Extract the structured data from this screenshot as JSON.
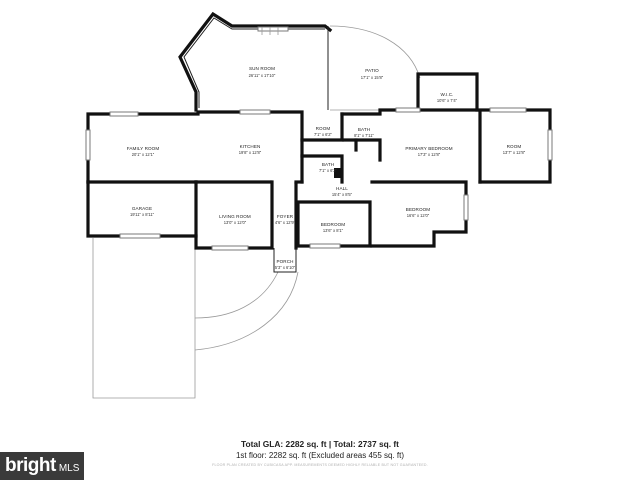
{
  "floor_plan": {
    "rooms": {
      "sun_room": {
        "name": "SUN ROOM",
        "dim": "26'11\" x 17'10\""
      },
      "patio": {
        "name": "PATIO",
        "dim": "17'1\" x 15'8\""
      },
      "wic": {
        "name": "W.I.C.",
        "dim": "10'6\" x 7'4\""
      },
      "family_room": {
        "name": "FAMILY ROOM",
        "dim": "20'1\" x 12'1\""
      },
      "kitchen": {
        "name": "KITCHEN",
        "dim": "19'8\" x 12'8\""
      },
      "room_small": {
        "name": "ROOM",
        "dim": "7'1\" x 6'2\""
      },
      "bath_upper": {
        "name": "BATH",
        "dim": "8'1\" x 7'11\""
      },
      "primary_bedroom": {
        "name": "PRIMARY BEDROOM",
        "dim": "17'3\" x 12'8\""
      },
      "room_east": {
        "name": "ROOM",
        "dim": "13'7\" x 12'8\""
      },
      "bath_lower": {
        "name": "BATH",
        "dim": "7'1\" x 6'2\""
      },
      "hall": {
        "name": "HALL",
        "dim": "15'4\" x 8'5\""
      },
      "garage": {
        "name": "GARAGE",
        "dim": "19'11\" x 8'11\""
      },
      "living_room": {
        "name": "LIVING ROOM",
        "dim": "13'0\" x 12'0\""
      },
      "foyer": {
        "name": "FOYER",
        "dim": "4'6\" x 12'9\""
      },
      "bedroom_center": {
        "name": "BEDROOM",
        "dim": "13'6\" x 8'1\""
      },
      "bedroom_east": {
        "name": "BEDROOM",
        "dim": "16'6\" x 12'0\""
      },
      "porch": {
        "name": "PORCH",
        "dim": "5'3\" x 6'10\""
      }
    }
  },
  "summary": {
    "total_line": "Total GLA: 2282 sq. ft | Total: 2737 sq. ft",
    "floor_line": "1st floor: 2282 sq. ft (Excluded areas 455 sq. ft)",
    "disclaimer": "FLOOR PLAN CREATED BY CUBICASA APP. MEASUREMENTS DEEMED HIGHLY RELIABLE BUT NOT GUARANTEED."
  },
  "watermark": {
    "brand": "bright",
    "suffix": "MLS"
  }
}
